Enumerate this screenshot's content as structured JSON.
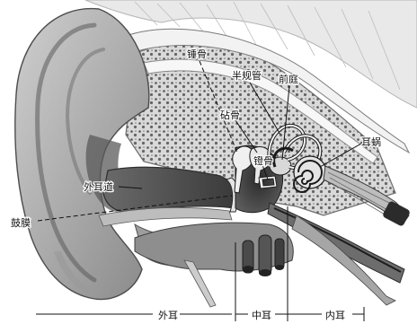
{
  "labels": {
    "malleus": "锤骨",
    "semicircular_canals": "半规管",
    "vestibule": "前庭",
    "incus": "砧骨",
    "cochlea": "耳蜗",
    "stapes": "镫骨",
    "ear_canal": "外耳道",
    "eardrum": "鼓膜"
  },
  "sections": {
    "outer_ear": "外耳",
    "middle_ear": "中耳",
    "inner_ear": "内耳"
  }
}
